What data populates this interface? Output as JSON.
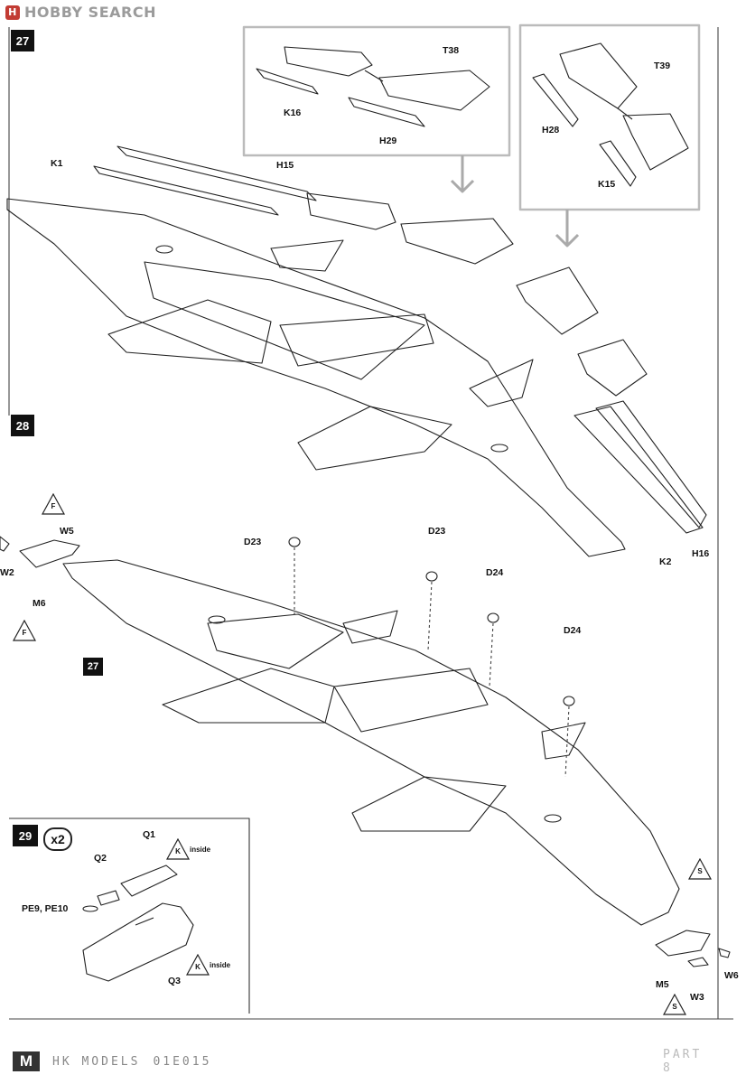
{
  "watermark": {
    "text": "HOBBY SEARCH"
  },
  "steps": {
    "s27": "27",
    "s28": "28",
    "s29": "29",
    "ref27": "27"
  },
  "multiplier": "x2",
  "labels": {
    "T38": "T38",
    "K16": "K16",
    "H29": "H29",
    "T39": "T39",
    "H28": "H28",
    "K15": "K15",
    "K1": "K1",
    "H15": "H15",
    "D23a": "D23",
    "D23b": "D23",
    "D24a": "D24",
    "D24b": "D24",
    "K2": "K2",
    "H16": "H16",
    "W5": "W5",
    "W2": "W2",
    "M6": "M6",
    "M5": "M5",
    "W3": "W3",
    "W6": "W6",
    "Q1": "Q1",
    "Q2": "Q2",
    "PE": "PE9, PE10",
    "Q3": "Q3"
  },
  "markers": {
    "F1": "F",
    "F2": "F",
    "S1": "S",
    "S2": "S",
    "K1": "K",
    "K2": "K"
  },
  "inside_note": "inside",
  "footer": {
    "brand": "HK MODELS",
    "code": "01E015",
    "part": "PART 8",
    "logo_letter": "M"
  }
}
